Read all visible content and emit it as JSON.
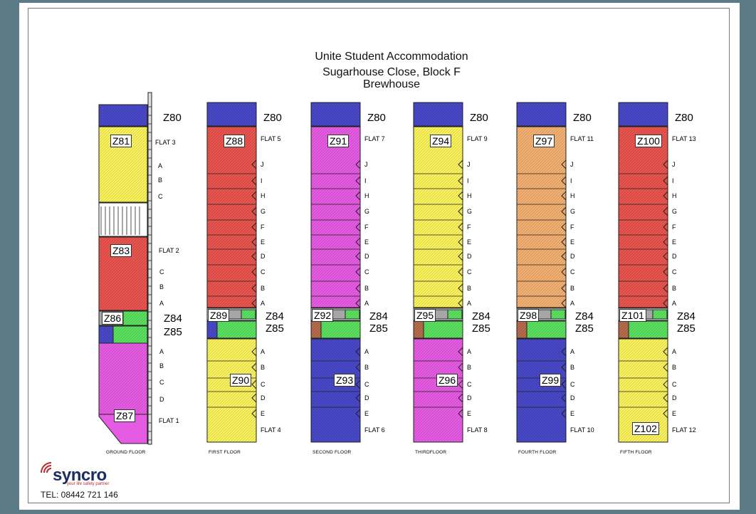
{
  "title": {
    "line1": "Unite Student Accommodation",
    "line2": "Sugarhouse Close, Block F",
    "line3": "Brewhouse"
  },
  "colors": {
    "red": "#e9544f",
    "yellow": "#fbf35c",
    "magenta": "#e65be3",
    "blue": "#4848c8",
    "orange": "#f3b072",
    "green": "#5be060",
    "grey": "#a6a6a6",
    "brown": "#b56b4c"
  },
  "ground": {
    "level": "GROUND FLOOR",
    "z80": "Z80",
    "z81": "Z81",
    "z83": "Z83",
    "z84": "Z84",
    "z85": "Z85",
    "z86": "Z86",
    "z87": "Z87",
    "flat3": "FLAT 3",
    "flat2": "FLAT 2",
    "flat1": "FLAT 1",
    "rooms_flat3": [
      "A",
      "B",
      "C"
    ],
    "rooms_flat2": [
      "C",
      "B",
      "A"
    ],
    "rooms_flat1": [
      "A",
      "B",
      "C",
      "D"
    ]
  },
  "floors": [
    {
      "level": "FIRST FLOOR",
      "z80": "Z80",
      "top_zone": "Z88",
      "top_flat": "FLAT 5",
      "mid_zone": "Z89",
      "z84": "Z84",
      "z85": "Z85",
      "bottom_zone": "Z90",
      "bottom_flat": "FLAT 4",
      "top_color": "red",
      "bottom_color": "yellow"
    },
    {
      "level": "SECOND FLOOR",
      "z80": "Z80",
      "top_zone": "Z91",
      "top_flat": "FLAT 7",
      "mid_zone": "Z92",
      "z84": "Z84",
      "z85": "Z85",
      "bottom_zone": "Z93",
      "bottom_flat": "FLAT 6",
      "top_color": "magenta",
      "bottom_color": "blue"
    },
    {
      "level": "THIRDFLOOR",
      "z80": "Z80",
      "top_zone": "Z94",
      "top_flat": "FLAT 9",
      "mid_zone": "Z95",
      "z84": "Z84",
      "z85": "Z85",
      "bottom_zone": "Z96",
      "bottom_flat": "FLAT 8",
      "top_color": "yellow",
      "bottom_color": "magenta"
    },
    {
      "level": "FOURTH FLOOR",
      "z80": "Z80",
      "top_zone": "Z97",
      "top_flat": "FLAT 11",
      "mid_zone": "Z98",
      "z84": "Z84",
      "z85": "Z85",
      "bottom_zone": "Z99",
      "bottom_flat": "FLAT 10",
      "top_color": "orange",
      "bottom_color": "blue"
    },
    {
      "level": "FIFTH FLOOR",
      "z80": "Z80",
      "top_zone": "Z100",
      "top_flat": "FLAT 13",
      "mid_zone": "Z101",
      "z84": "Z84",
      "z85": "Z85",
      "bottom_zone": "Z102",
      "bottom_flat": "FLAT 12",
      "top_color": "red",
      "bottom_color": "yellow"
    }
  ],
  "rooms_upper": [
    "J",
    "I",
    "H",
    "G",
    "F",
    "E",
    "D",
    "C",
    "B",
    "A"
  ],
  "rooms_lower": [
    "A",
    "B",
    "C",
    "D",
    "E"
  ],
  "logo": {
    "word": "syncro",
    "tagline": "your life safety partner",
    "icon": "signal-waves-icon"
  },
  "tel": "TEL: 08442 721 146"
}
